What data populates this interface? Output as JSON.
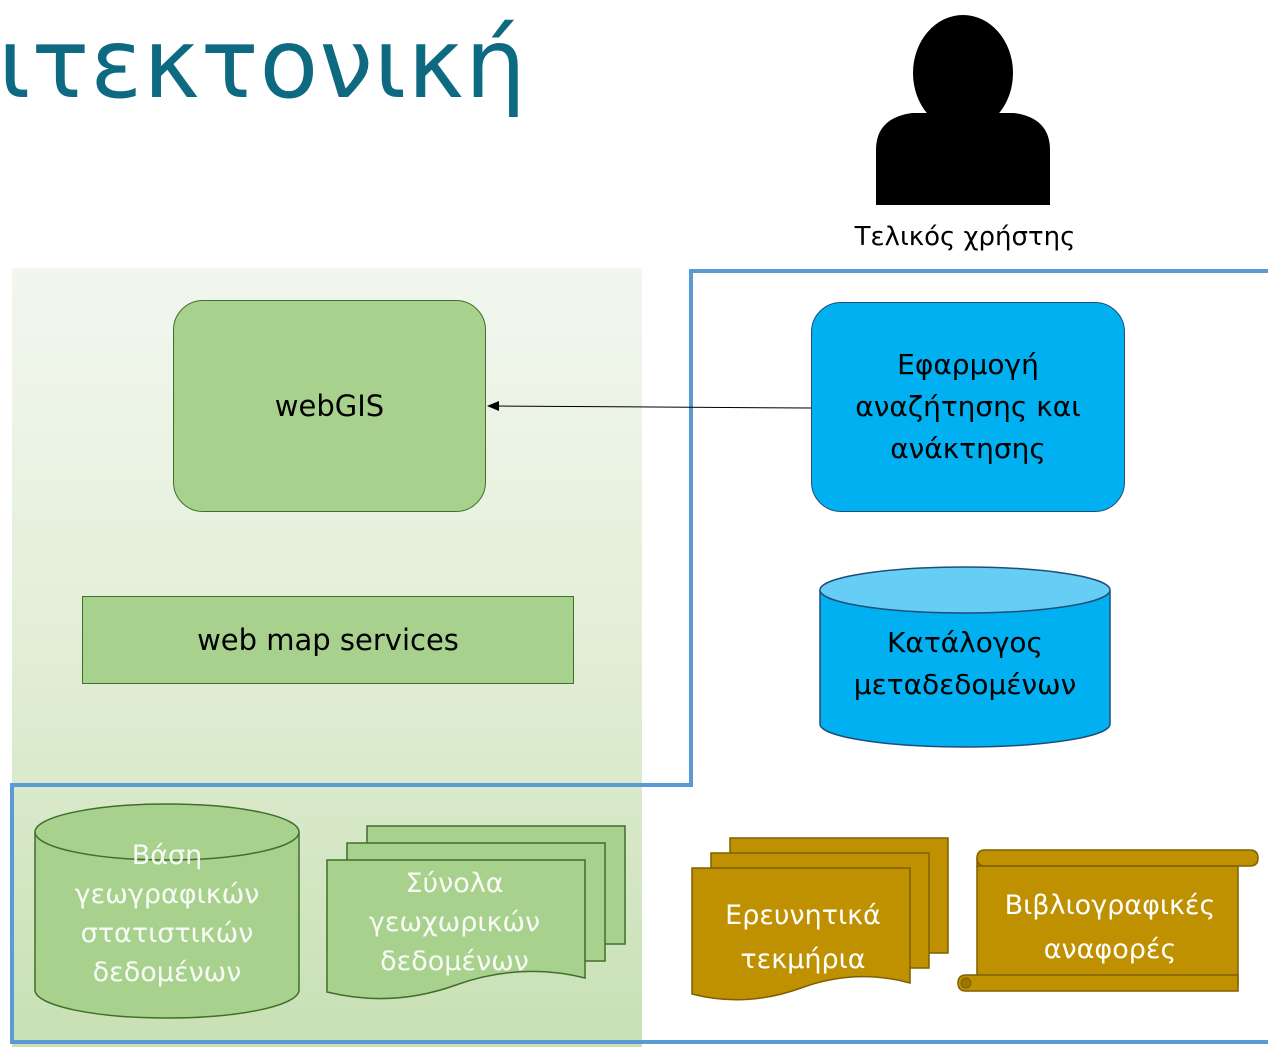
{
  "title": "ιτεκτονική",
  "user": {
    "label": "Τελικός χρήστης",
    "icon": "user-silhouette-icon"
  },
  "nodes": {
    "webgis": "webGIS",
    "web_map_services": "web map services",
    "search_app": "Εφαρμογή αναζήτησης και ανάκτησης",
    "metadata_catalog": "Κατάλογος μεταδεδομένων",
    "geo_stat_db": "Βάση γεωγραφικών στατιστικών δεδομένων",
    "geospatial_sets": "Σύνολα γεωχωρικών δεδομένων",
    "research_docs": "Ερευνητικά τεκμήρια",
    "bibliographic_refs": "Βιβλιογραφικές αναφορές"
  },
  "colors": {
    "title": "#0e6a80",
    "green_fill": "#a9d18e",
    "blue_fill": "#00b0f0",
    "cylinder_top": "#66cdf5",
    "gold_fill": "#bf9000",
    "region_border": "#5b9bd5"
  }
}
